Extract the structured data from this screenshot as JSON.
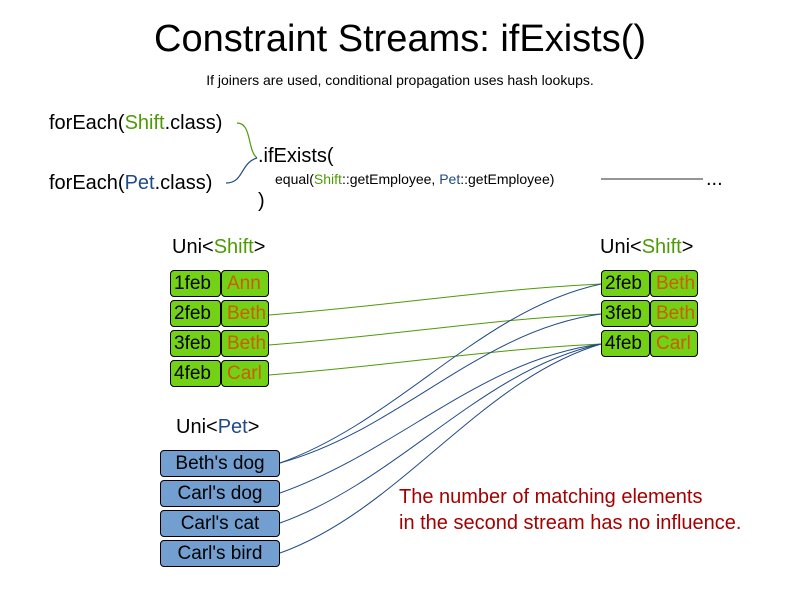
{
  "title": "Constraint Streams: ifExists()",
  "subtitle": "If joiners are used, conditional propagation uses hash lookups.",
  "code": {
    "line1": {
      "pre": "forEach(",
      "cls": "Shift",
      "post": ".class)"
    },
    "line2": {
      "pre": "forEach(",
      "cls": "Pet",
      "post": ".class)"
    },
    "ifexists": ".ifExists(",
    "joiner": {
      "pre": "equal(",
      "cls1": "Shift",
      "mid1": "::getEmployee, ",
      "cls2": "Pet",
      "mid2": "::getEmployee)"
    },
    "ellipsis": "...",
    "close": ")"
  },
  "left_shift_stream": {
    "label_pre": "Uni<",
    "label_cls": "Shift",
    "label_post": ">",
    "tuples": [
      {
        "date": "1feb",
        "name": "Ann"
      },
      {
        "date": "2feb",
        "name": "Beth"
      },
      {
        "date": "3feb",
        "name": "Beth"
      },
      {
        "date": "4feb",
        "name": "Carl"
      }
    ]
  },
  "pet_stream": {
    "label_pre": "Uni<",
    "label_cls": "Pet",
    "label_post": ">",
    "items": [
      "Beth's dog",
      "Carl's dog",
      "Carl's cat",
      "Carl's bird"
    ]
  },
  "right_shift_stream": {
    "label_pre": "Uni<",
    "label_cls": "Shift",
    "label_post": ">",
    "tuples": [
      {
        "date": "2feb",
        "name": "Beth"
      },
      {
        "date": "3feb",
        "name": "Beth"
      },
      {
        "date": "4feb",
        "name": "Carl"
      }
    ]
  },
  "note": {
    "line1": "The number of matching elements",
    "line2": "in the second stream has no influence."
  },
  "colors": {
    "shift_cell": "#73d216",
    "pet_cell": "#729fcf",
    "shift_text": "#4e9a06",
    "pet_text": "#204a87",
    "name_text": "#ce5c00",
    "note_text": "#a40000"
  }
}
